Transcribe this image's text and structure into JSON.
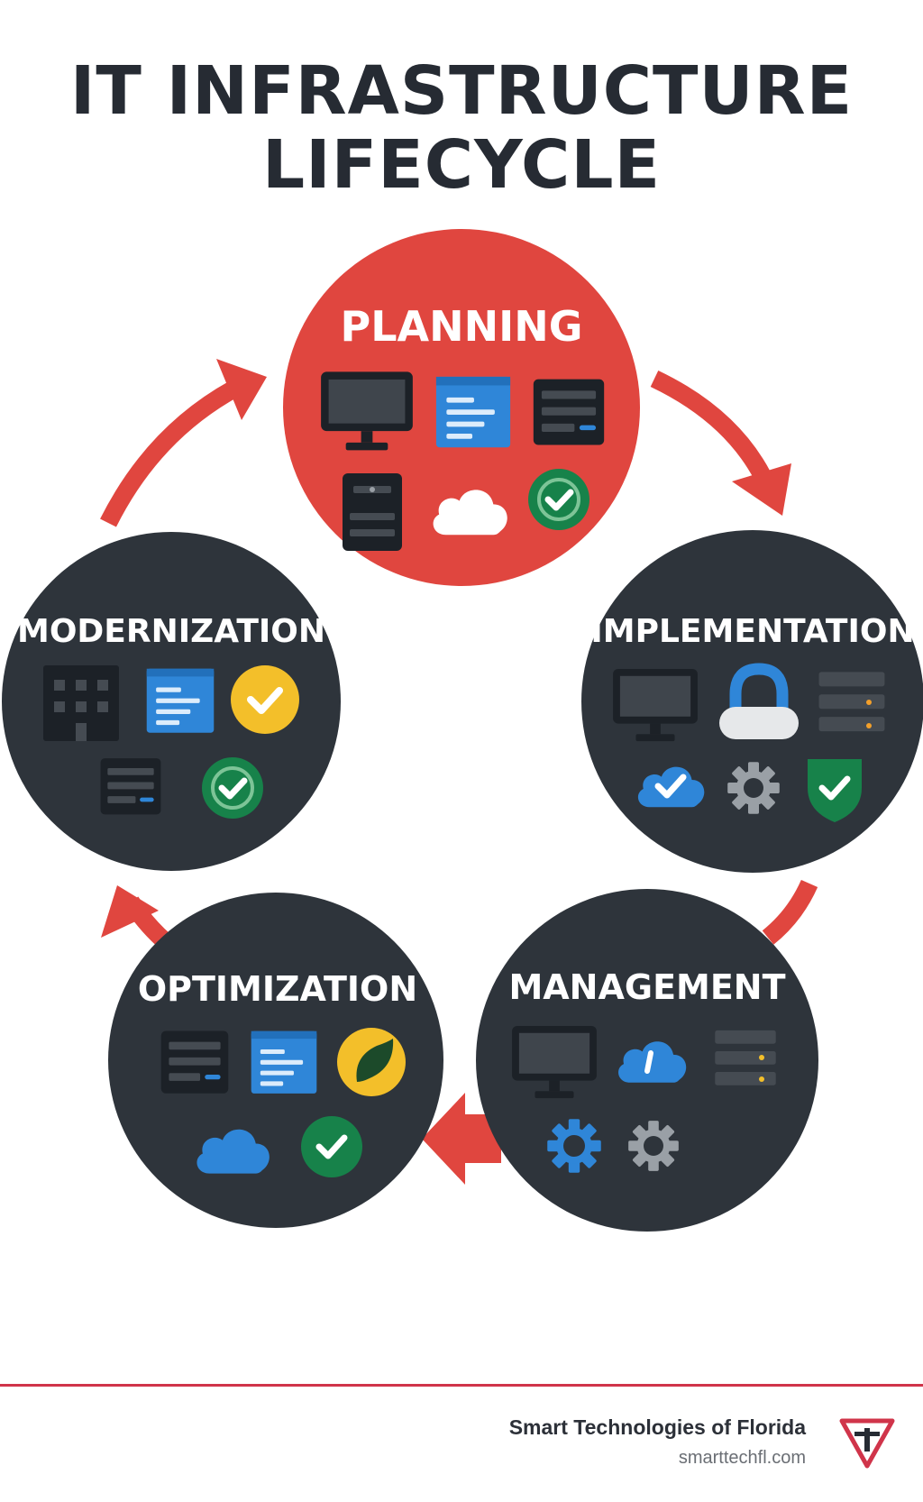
{
  "title": {
    "line1": "IT INFRASTRUCTURE",
    "line2": "LIFECYCLE"
  },
  "stages": {
    "planning": "PLANNING",
    "implementation": "IMPLEMENTATION",
    "management": "MANAGEMENT",
    "optimization": "OPTIMIZATION",
    "modernization": "MODERNIZATION"
  },
  "colors": {
    "accent_red": "#e0463f",
    "dark_circle": "#2e343b",
    "blue": "#2f86d8",
    "green": "#17824a",
    "yellow": "#f3bf2a"
  },
  "icons": {
    "planning": [
      "monitor-icon",
      "window-icon",
      "server-panel-icon",
      "server-box-icon",
      "cloud-icon",
      "check-badge-icon"
    ],
    "implementation": [
      "monitor-icon",
      "lock-icon",
      "server-rack-icon",
      "cloud-check-icon",
      "gear-icon",
      "shield-check-icon"
    ],
    "management": [
      "monitor-icon",
      "cloud-icon",
      "server-rack-icon",
      "gear-icon",
      "gear-icon"
    ],
    "optimization": [
      "server-panel-icon",
      "window-icon",
      "leaf-icon",
      "cloud-icon",
      "check-badge-icon"
    ],
    "modernization": [
      "building-icon",
      "window-icon",
      "check-badge-icon",
      "server-panel-icon",
      "check-badge-icon"
    ]
  },
  "footer": {
    "company": "Smart Technologies of Florida",
    "url": "smarttechfl.com",
    "logo_icon": "smarttech-logo-icon"
  }
}
